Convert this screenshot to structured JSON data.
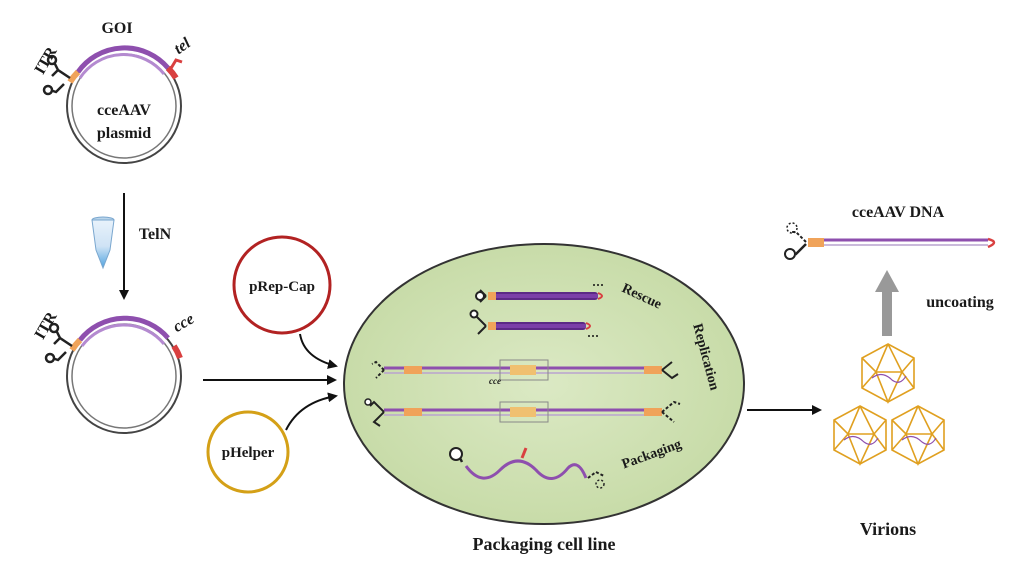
{
  "labels": {
    "goi": "GOI",
    "itr_top": "ITR",
    "tel": "tel",
    "plasmid_name_1": "cceAAV",
    "plasmid_name_2": "plasmid",
    "teln": "TelN",
    "itr_bottom": "ITR",
    "cce_top": "cce",
    "prep_cap": "pRep-Cap",
    "phelper": "pHelper",
    "rescue": "Rescue",
    "replication": "Replication",
    "packaging": "Packaging",
    "cce_small": "cce",
    "packaging_cell_line": "Packaging cell line",
    "cceaav_dna": "cceAAV DNA",
    "uncoating": "uncoating",
    "virions": "Virions"
  },
  "colors": {
    "goi": "#8e4fae",
    "goi_dark": "#5b2a86",
    "itr": "#f0a35a",
    "tel": "#d94040",
    "cell_fill": "#cfe0b0",
    "prep_cap_ring": "#b22222",
    "phelper_ring": "#d4a017",
    "virion": "#e0a020",
    "arrow": "#111111",
    "up_arrow": "#999999"
  }
}
